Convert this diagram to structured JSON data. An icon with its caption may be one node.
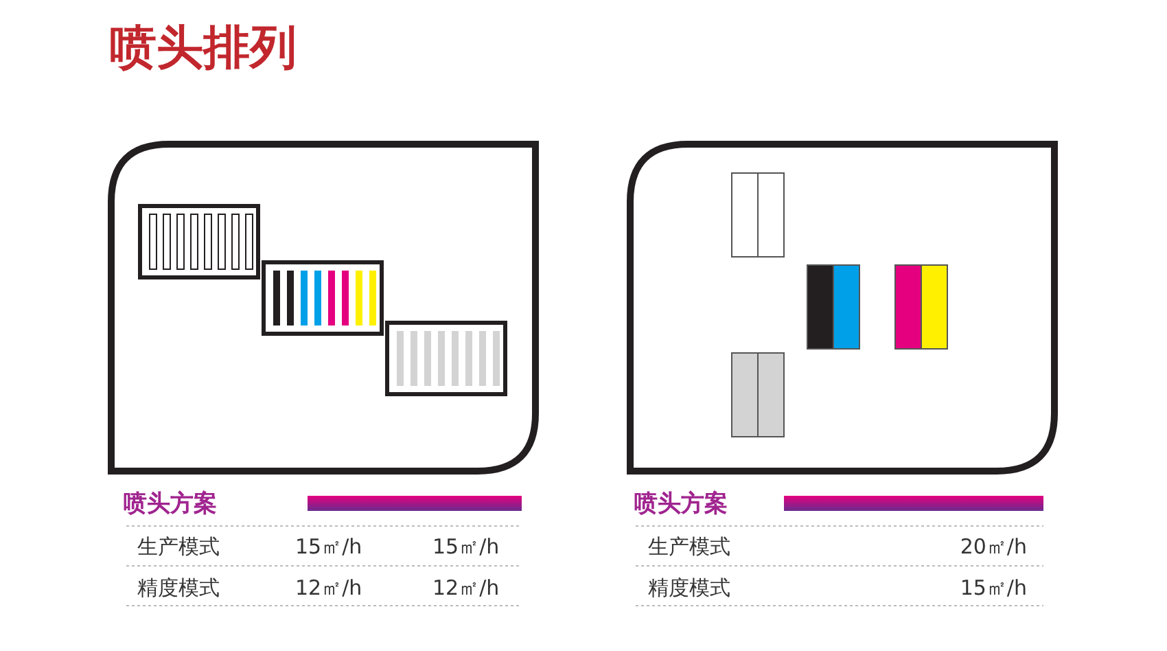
{
  "diagram": {
    "title": "喷头排列",
    "labels": [
      "喷头方案",
      "生产模式",
      "15㎡/h",
      "15㎡/h",
      "精度模式",
      "12㎡/h",
      "12㎡/h",
      "喷头方案",
      "生产模式",
      "20㎡/h",
      "精度模式",
      "15㎡/h"
    ]
  }
}
